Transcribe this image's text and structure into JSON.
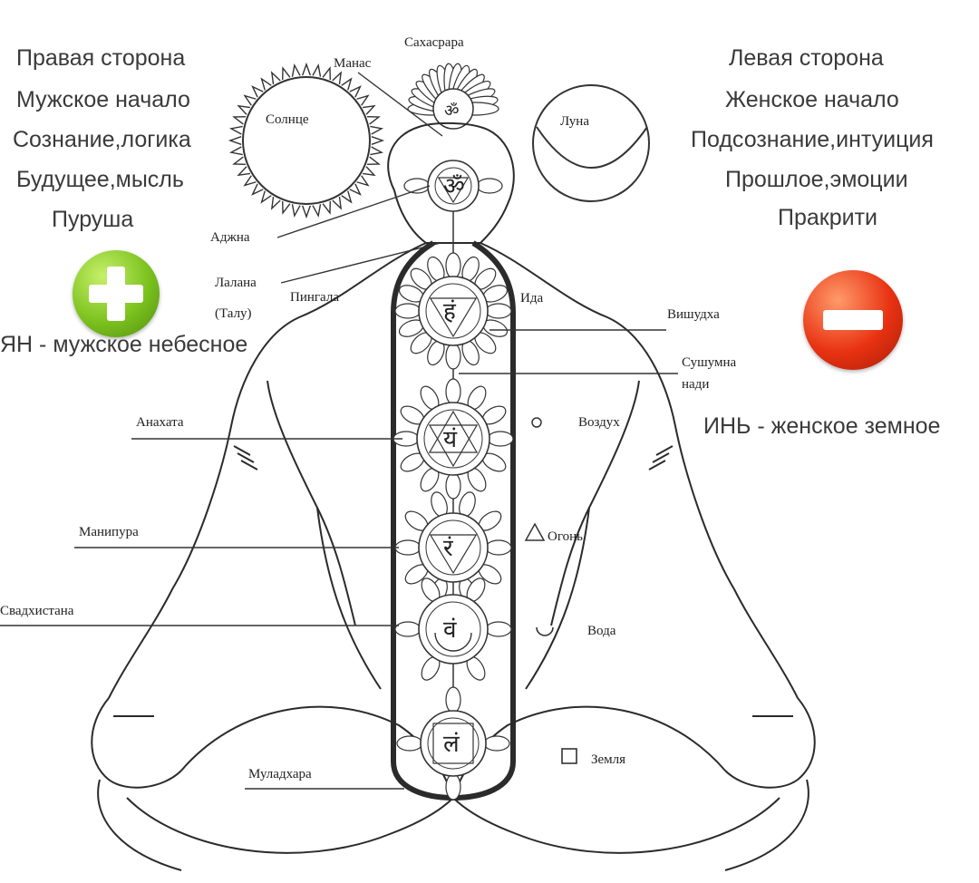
{
  "right_side": {
    "title": "Правая сторона",
    "line1": "Мужское начало",
    "line2": "Сознание,логика",
    "line3": "Будущее,мысль",
    "line4": "Пуруша",
    "yang": "ЯН - мужское небесное",
    "badge_icon": "plus-icon",
    "badge_color": "#7cc21e"
  },
  "left_side": {
    "title": "Левая сторона",
    "line1": "Женское начало",
    "line2": "Подсознание,интуиция",
    "line3": "Прошлое,эмоции",
    "line4": "Пракрити",
    "yin": "ИНЬ - женское земное",
    "badge_icon": "minus-icon",
    "badge_color": "#e83212"
  },
  "labels": {
    "sahasrara": "Сахасрара",
    "manas": "Манас",
    "sun": "Солнце",
    "moon": "Луна",
    "ajna": "Аджна",
    "lalana": "Лалана",
    "talu": "(Талу)",
    "pingala": "Пингала",
    "ida": "Ида",
    "vishuddha": "Вишудха",
    "sushumna_1": "Сушумна",
    "sushumna_2": "нади",
    "anahata": "Анахата",
    "air": "Воздух",
    "manipura": "Манипура",
    "fire": "Огонь",
    "svadhisthana": "Свадхистана",
    "water": "Вода",
    "earth": "Земля",
    "muladhara": "Муладхара"
  },
  "glyphs": {
    "ajna": "ॐ",
    "vishuddha": "हं",
    "anahata": "यं",
    "manipura": "रं",
    "svadhisthana": "वं",
    "muladhara": "लं"
  }
}
